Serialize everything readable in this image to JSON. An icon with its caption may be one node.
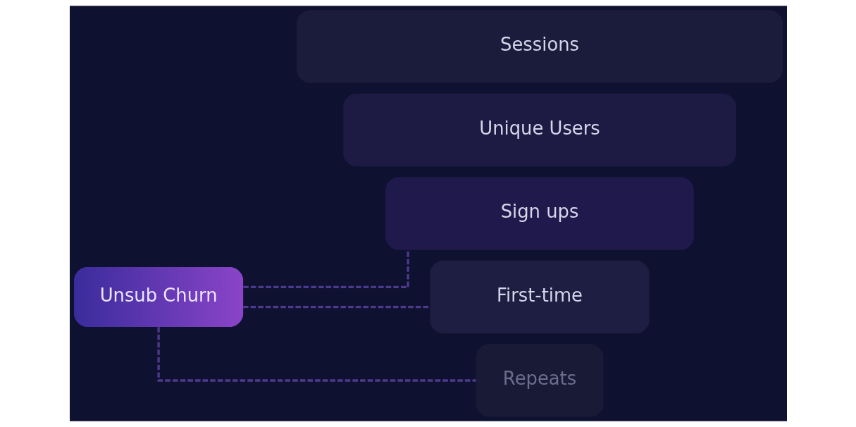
{
  "diagram": {
    "nodes": [
      {
        "text": [
          "Sessions"
        ]
      },
      {
        "text": [
          "Unique Users"
        ]
      },
      {
        "text": [
          "Sign ups"
        ]
      },
      {
        "text": [
          "First-time"
        ]
      },
      {
        "text": [
          "Repeats"
        ]
      },
      {
        "text": [
          "Unsub Churn"
        ]
      }
    ],
    "edges": [
      {
        "from": 5,
        "to": 2,
        "arrow": "none",
        "style": "dashed"
      },
      {
        "from": 5,
        "to": 3,
        "arrow": "none",
        "style": "dashed"
      },
      {
        "from": 5,
        "to": 4,
        "arrow": "none",
        "style": "dashed"
      }
    ]
  }
}
